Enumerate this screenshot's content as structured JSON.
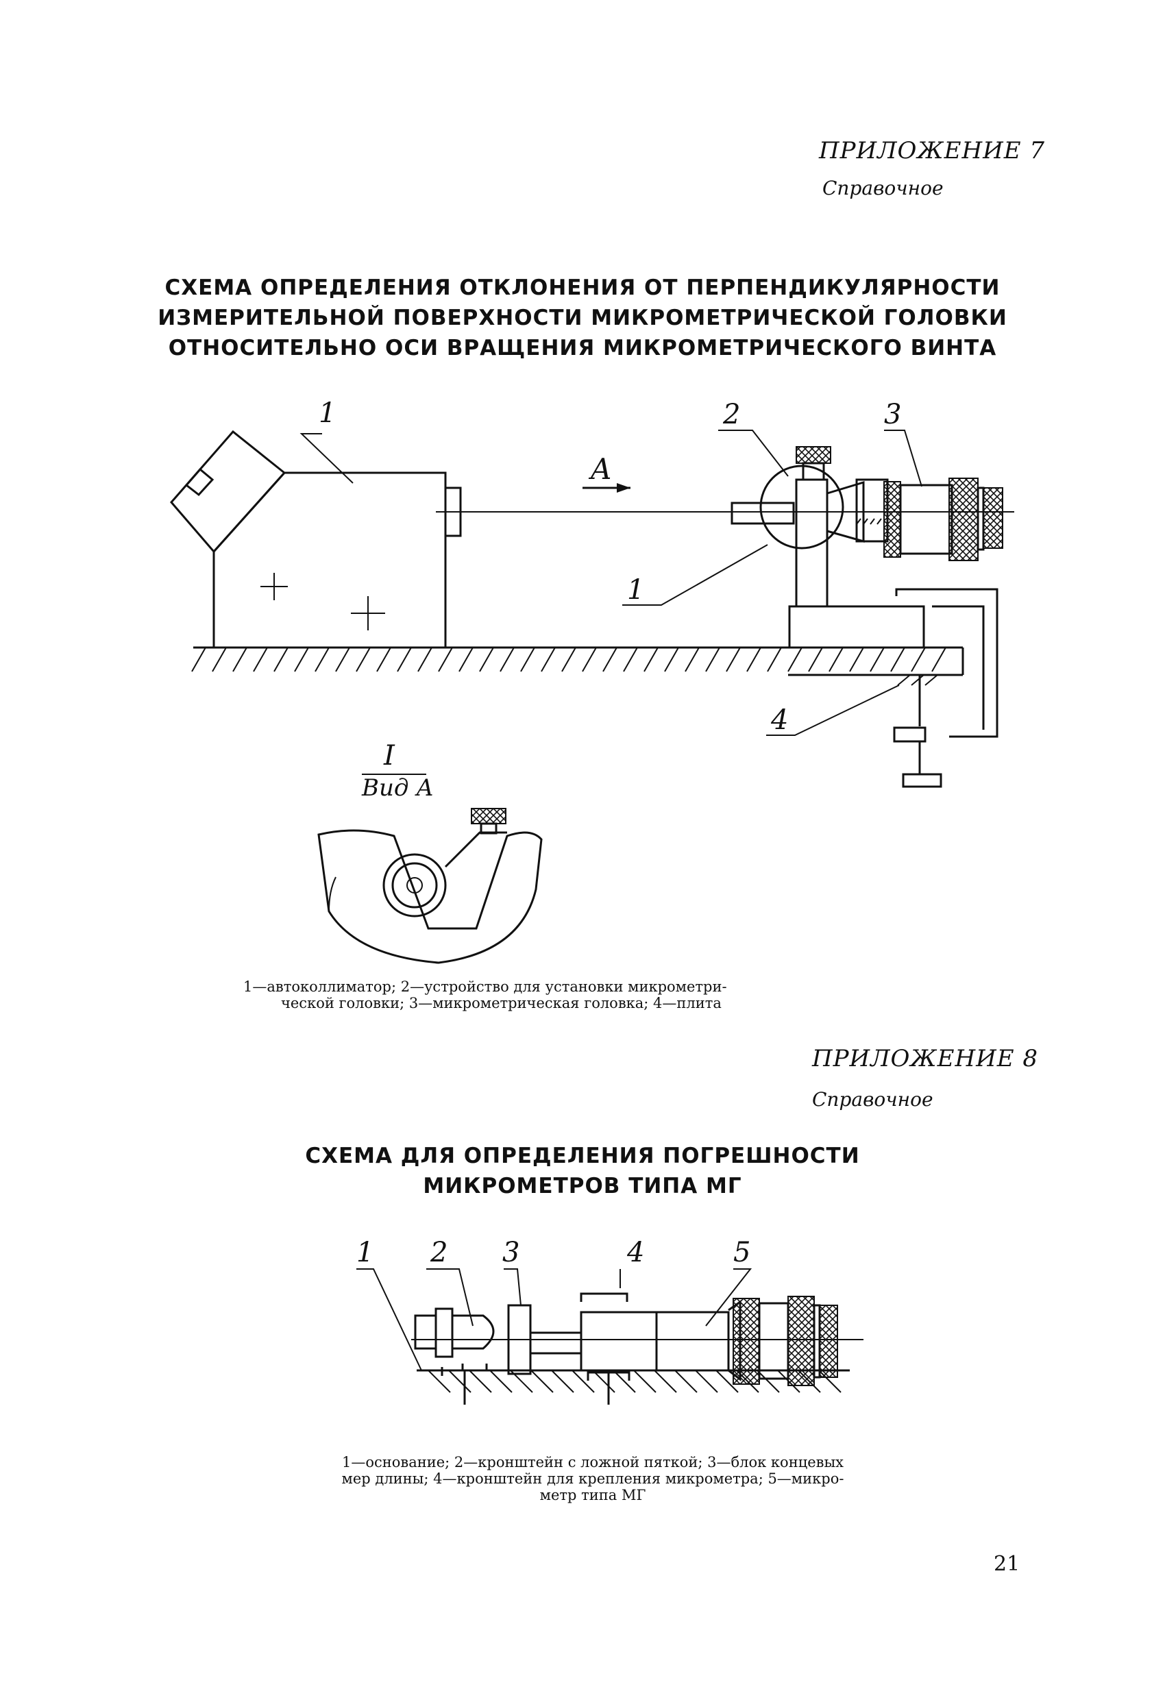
{
  "appendix7": {
    "heading": "ПРИЛОЖЕНИЕ 7",
    "reference": "Справочное",
    "title_lines": [
      "СХЕМА ОПРЕДЕЛЕНИЯ ОТКЛОНЕНИЯ ОТ ПЕРПЕНДИКУЛЯРНОСТИ",
      "ИЗМЕРИТЕЛЬНОЙ ПОВЕРХНОСТИ МИКРОМЕТРИЧЕСКОЙ ГОЛОВКИ",
      "ОТНОСИТЕЛЬНО ОСИ ВРАЩЕНИЯ МИКРОМЕТРИЧЕСКОГО ВИНТА"
    ],
    "labels": {
      "l1": "1",
      "l2": "2",
      "l3": "3",
      "l1b": "1",
      "l4": "4",
      "arrow": "A",
      "view_num": "I",
      "view_name": "Вид А"
    },
    "caption_lines": [
      "1—автоколлиматор;  2—устройство для установки микрометри-",
      "ческой головки; 3—микрометрическая головка; 4—плита"
    ]
  },
  "appendix8": {
    "heading": "ПРИЛОЖЕНИЕ 8",
    "reference": "Справочное",
    "title_lines": [
      "СХЕМА ДЛЯ ОПРЕДЕЛЕНИЯ ПОГРЕШНОСТИ",
      "МИКРОМЕТРОВ ТИПА МГ"
    ],
    "labels": {
      "l1": "1",
      "l2": "2",
      "l3": "3",
      "l4": "4",
      "l5": "5"
    },
    "caption_lines": [
      "1—основание; 2—кронштейн с ложной пяткой; 3—блок концевых",
      "мер длины; 4—кронштейн для крепления микрометра; 5—микро-",
      "метр типа МГ"
    ]
  },
  "page_number": "21"
}
